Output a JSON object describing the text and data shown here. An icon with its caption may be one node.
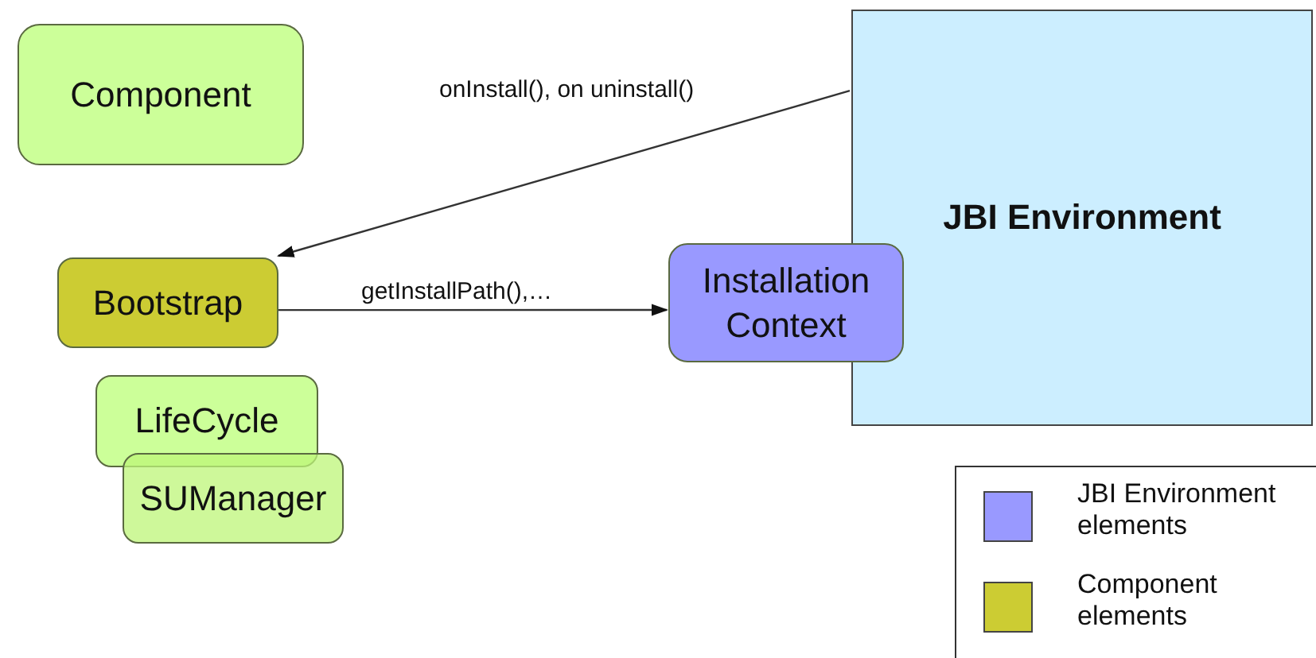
{
  "diagram": {
    "nodes": [
      {
        "text": [
          "Component"
        ]
      },
      {
        "text": [
          "JBI Environment"
        ]
      },
      {
        "text": [
          "Bootstrap"
        ]
      },
      {
        "text": [
          "Installation Context"
        ]
      },
      {
        "text": [
          "LifeCycle"
        ]
      },
      {
        "text": [
          "SUManager"
        ]
      }
    ],
    "edges": [
      {
        "from": 1,
        "to": 2,
        "arrow": "to",
        "label": "onInstall(), on uninstall()"
      },
      {
        "from": 2,
        "to": 3,
        "arrow": "to",
        "label": "getInstallPath(),…"
      }
    ],
    "legend": [
      {
        "text": "JBI Environment elements",
        "color": "#9999ff"
      },
      {
        "text": "Component elements",
        "color": "#cccc33"
      }
    ]
  }
}
